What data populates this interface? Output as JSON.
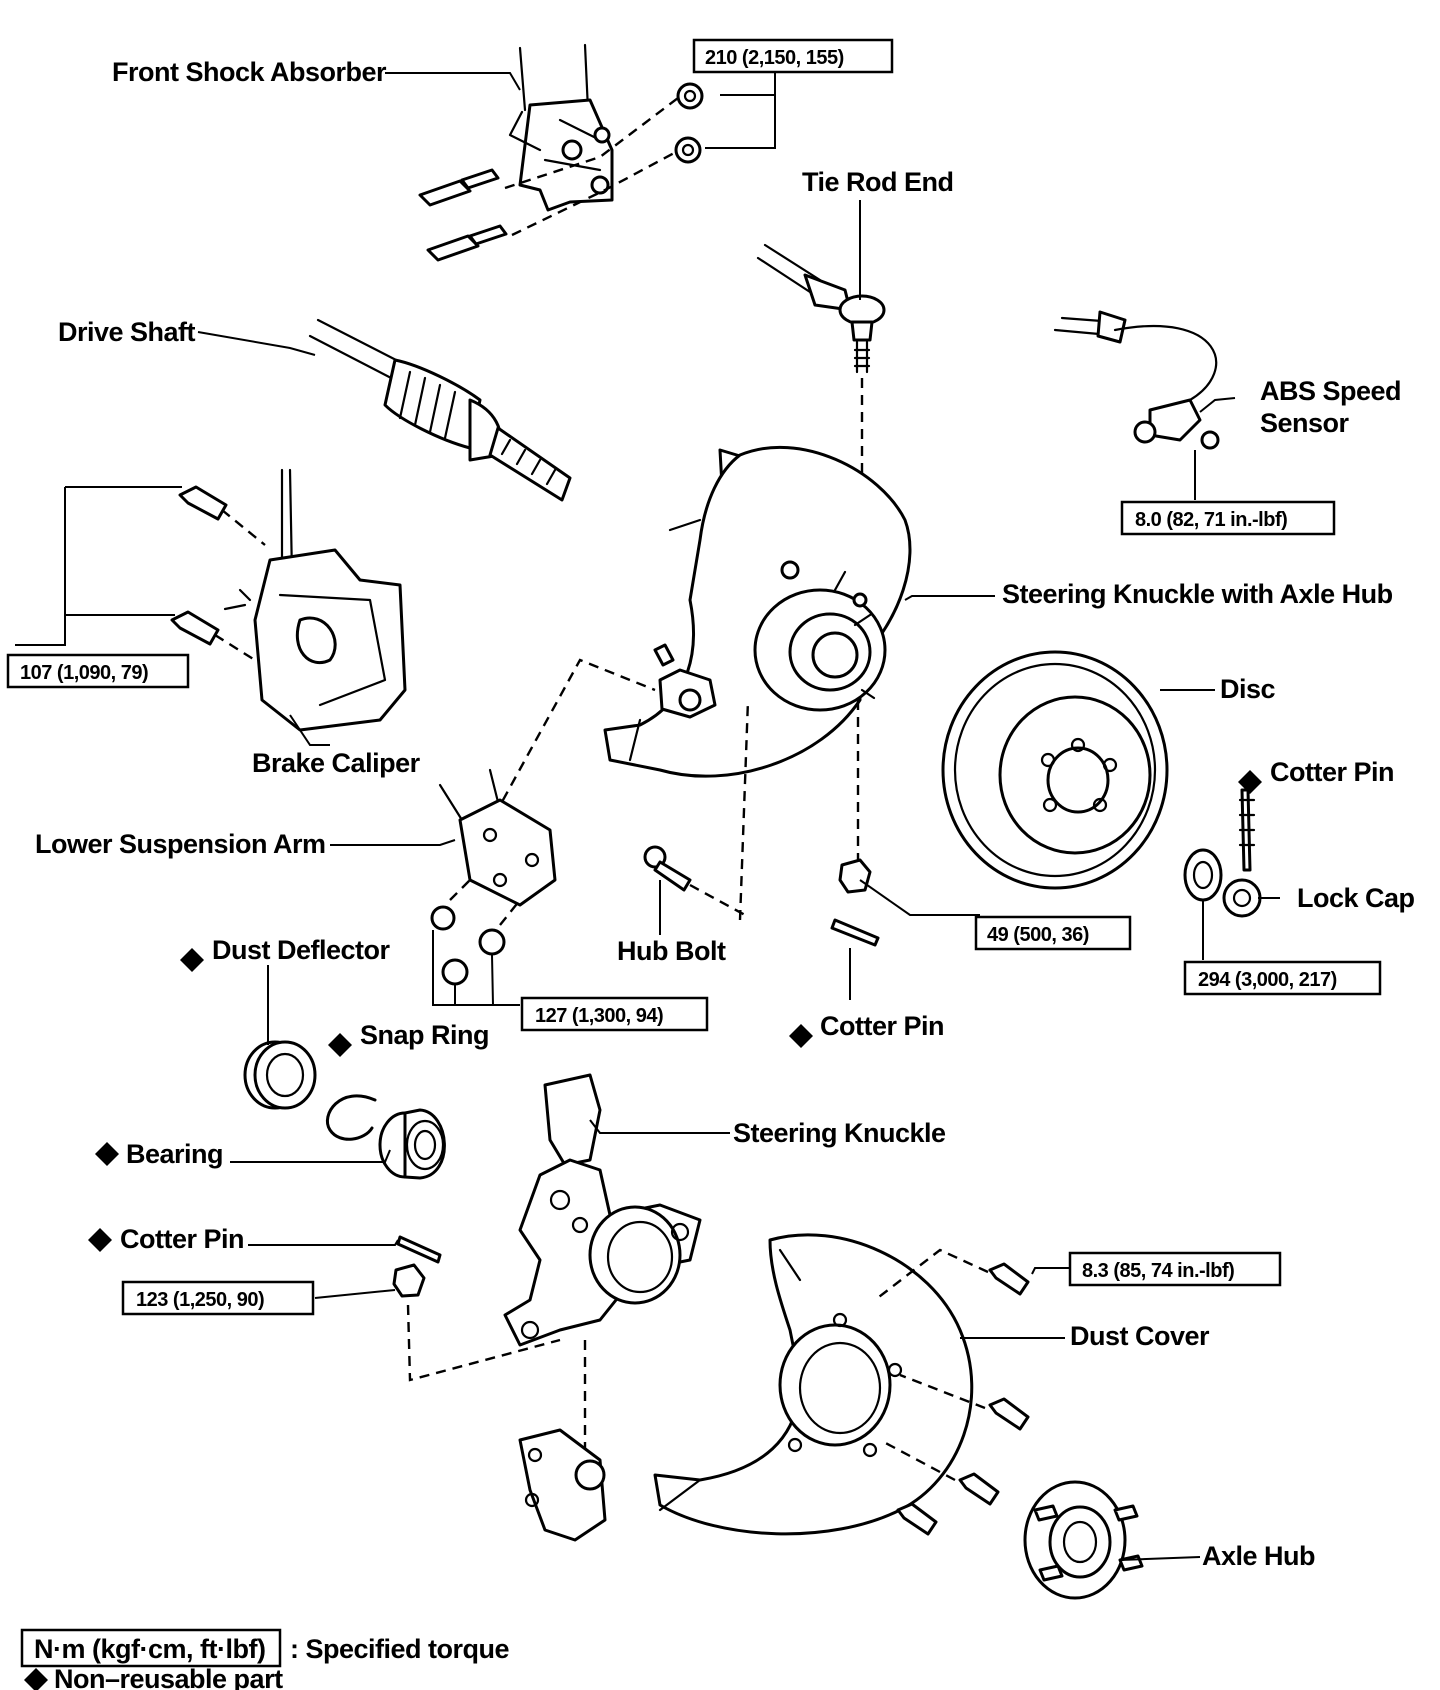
{
  "parts": {
    "front_shock_absorber": "Front Shock Absorber",
    "tie_rod_end": "Tie Rod End",
    "drive_shaft": "Drive Shaft",
    "abs_speed_sensor_line1": "ABS Speed",
    "abs_speed_sensor_line2": "Sensor",
    "steering_knuckle_with_axle_hub": "Steering Knuckle with Axle Hub",
    "disc": "Disc",
    "brake_caliper": "Brake Caliper",
    "cotter_pin": "Cotter Pin",
    "lower_suspension_arm": "Lower Suspension Arm",
    "lock_cap": "Lock Cap",
    "dust_deflector": "Dust Deflector",
    "hub_bolt": "Hub Bolt",
    "snap_ring": "Snap Ring",
    "bearing": "Bearing",
    "steering_knuckle": "Steering Knuckle",
    "dust_cover": "Dust Cover",
    "axle_hub": "Axle Hub"
  },
  "torques": {
    "shock_bolts": "210 (2,150, 155)",
    "abs_sensor": "8.0 (82, 71 in.-lbf)",
    "caliper": "107 (1,090, 79)",
    "tie_rod_nut": "49 (500, 36)",
    "axle_nut": "294 (3,000, 217)",
    "lower_arm": "127 (1,300, 94)",
    "dust_cover": "8.3 (85, 74 in.-lbf)",
    "ball_joint_nut": "123 (1,250, 90)"
  },
  "legend": {
    "unit_box": "N·m (kgf·cm, ft·lbf)",
    "unit_desc": ": Specified torque",
    "non_reusable": "Non–reusable part"
  },
  "symbols": {
    "non_reusable_marker": "diamond-icon"
  }
}
